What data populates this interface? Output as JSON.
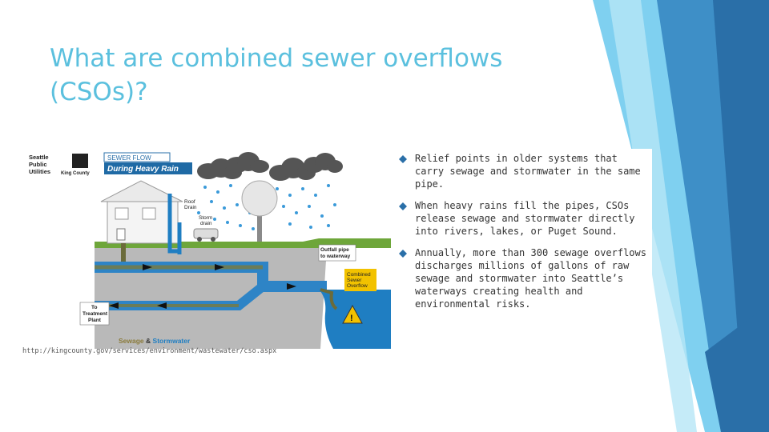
{
  "slide": {
    "title": "What are combined sewer overflows (CSOs)?",
    "bullets": [
      "Relief points in older systems that carry sewage and stormwater in the same pipe.",
      "When heavy rains fill the pipes, CSOs release sewage and stormwater directly into rivers, lakes, or Puget Sound.",
      "Annually, more than 300 sewage overflows discharges millions of gallons of raw sewage and stormwater into Seattle’s waterways creating health and environmental risks."
    ],
    "source_url": "http://kingcounty.gov/services/environment/wastewater/cso.aspx",
    "colors": {
      "title": "#5bc0de",
      "accent": "#2a6fa8",
      "light_accent": "#7fd0f0"
    }
  },
  "diagram": {
    "logo_spu": [
      "Seattle",
      "Public",
      "Utilities"
    ],
    "logo_kc": "King County",
    "banner_top": "SEWER FLOW",
    "banner_bottom": "During Heavy Rain",
    "label_roof_drain": [
      "Roof",
      "Drain"
    ],
    "label_storm_drain": [
      "Storm",
      "drain"
    ],
    "label_outfall": [
      "Outfall pipe",
      "to waterway"
    ],
    "label_cso": [
      "Combined",
      "Sewer",
      "Overflow"
    ],
    "label_treatment": [
      "To",
      "Treatment",
      "Plant"
    ],
    "legend_sewage": "Sewage",
    "legend_amp": " & ",
    "legend_storm": "Stormwater",
    "warning_mark": "!"
  }
}
